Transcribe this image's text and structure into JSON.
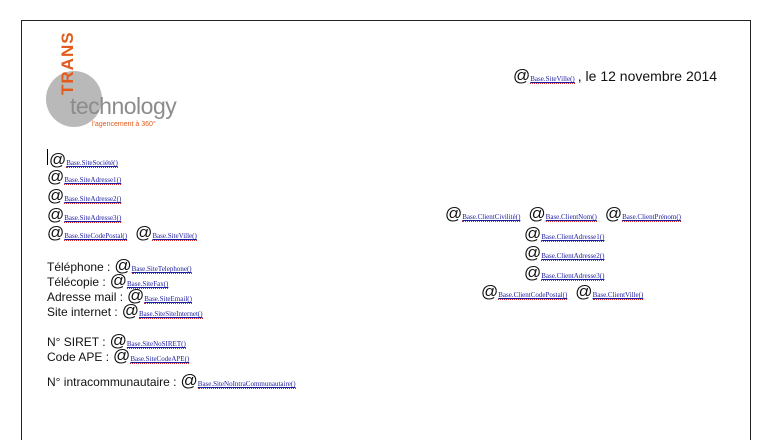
{
  "logo": {
    "brand_top": "TRANS",
    "brand_main": "technology",
    "tagline": "l'agencement à 360°"
  },
  "at": "@",
  "date": {
    "field": "Base.SiteVille",
    "text": ", le 12 novembre 2014"
  },
  "company_block": {
    "fields": [
      "Base.SiteSociété",
      "Base.SiteAdresse1",
      "Base.SiteAdresse2",
      "Base.SiteAdresse3",
      "Base.SiteCodePostal",
      "Base.SiteVille"
    ]
  },
  "contacts": [
    {
      "label": "Téléphone :",
      "field": "Base.SiteTelephone"
    },
    {
      "label": "Télécopie :",
      "field": "Base.SiteFax"
    },
    {
      "label": "Adresse mail :",
      "field": "Base.SiteEmail"
    },
    {
      "label": "Site internet :",
      "field": "Base.SiteSiteInternet"
    }
  ],
  "ids": [
    {
      "label": "N° SIRET :",
      "field": "Base.SiteNoSIRET"
    },
    {
      "label": "Code APE :",
      "field": "Base.SiteCodeAPE"
    }
  ],
  "intra": {
    "label": "N° intracommunautaire :",
    "field": "Base.SiteNoIntraCommunautaire"
  },
  "client_block": {
    "fields": [
      "Base.ClientCivilité",
      "Base.ClientNom",
      "Base.ClientPrénom",
      "Base.ClientAdresse1",
      "Base.ClientAdresse2",
      "Base.ClientAdresse3",
      "Base.ClientCodePostal",
      "Base.ClientVille"
    ]
  }
}
